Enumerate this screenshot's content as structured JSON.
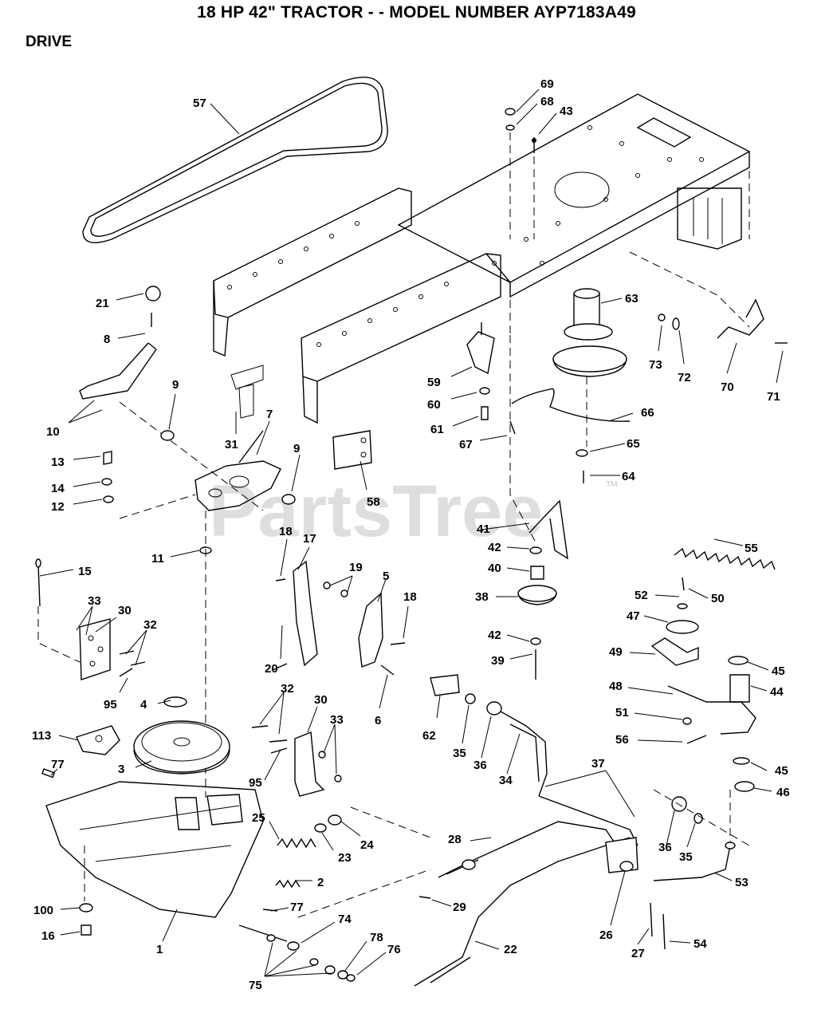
{
  "title": "18 HP 42\" TRACTOR - - MODEL NUMBER AYP7183A49",
  "section": "DRIVE",
  "watermark": {
    "text": "PartsTree",
    "mark": "TM"
  },
  "callouts": [
    "57",
    "69",
    "68",
    "43",
    "63",
    "73",
    "72",
    "70",
    "71",
    "21",
    "8",
    "9",
    "10",
    "31",
    "7",
    "59",
    "60",
    "61",
    "67",
    "66",
    "65",
    "64",
    "13",
    "14",
    "12",
    "58",
    "9",
    "18",
    "17",
    "19",
    "5",
    "18",
    "11",
    "15",
    "33",
    "30",
    "32",
    "95",
    "20",
    "6",
    "41",
    "42",
    "40",
    "38",
    "42",
    "39",
    "55",
    "52",
    "50",
    "47",
    "49",
    "45",
    "44",
    "48",
    "51",
    "56",
    "4",
    "113",
    "3",
    "32",
    "30",
    "33",
    "95",
    "62",
    "35",
    "36",
    "34",
    "37",
    "45",
    "46",
    "77",
    "25",
    "24",
    "23",
    "2",
    "28",
    "36",
    "35",
    "53",
    "100",
    "16",
    "1",
    "77",
    "74",
    "29",
    "22",
    "26",
    "27",
    "54",
    "78",
    "76",
    "75"
  ]
}
